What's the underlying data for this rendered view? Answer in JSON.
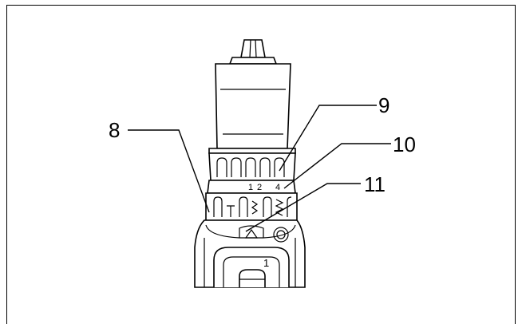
{
  "callouts": [
    {
      "id": "8",
      "label": "8"
    },
    {
      "id": "9",
      "label": "9"
    },
    {
      "id": "10",
      "label": "10"
    },
    {
      "id": "11",
      "label": "11"
    }
  ],
  "torque_ring": {
    "markings": [
      "1",
      "2",
      "4"
    ]
  },
  "trigger_label": "1",
  "colors": {
    "line": "#000000",
    "background": "#ffffff"
  }
}
